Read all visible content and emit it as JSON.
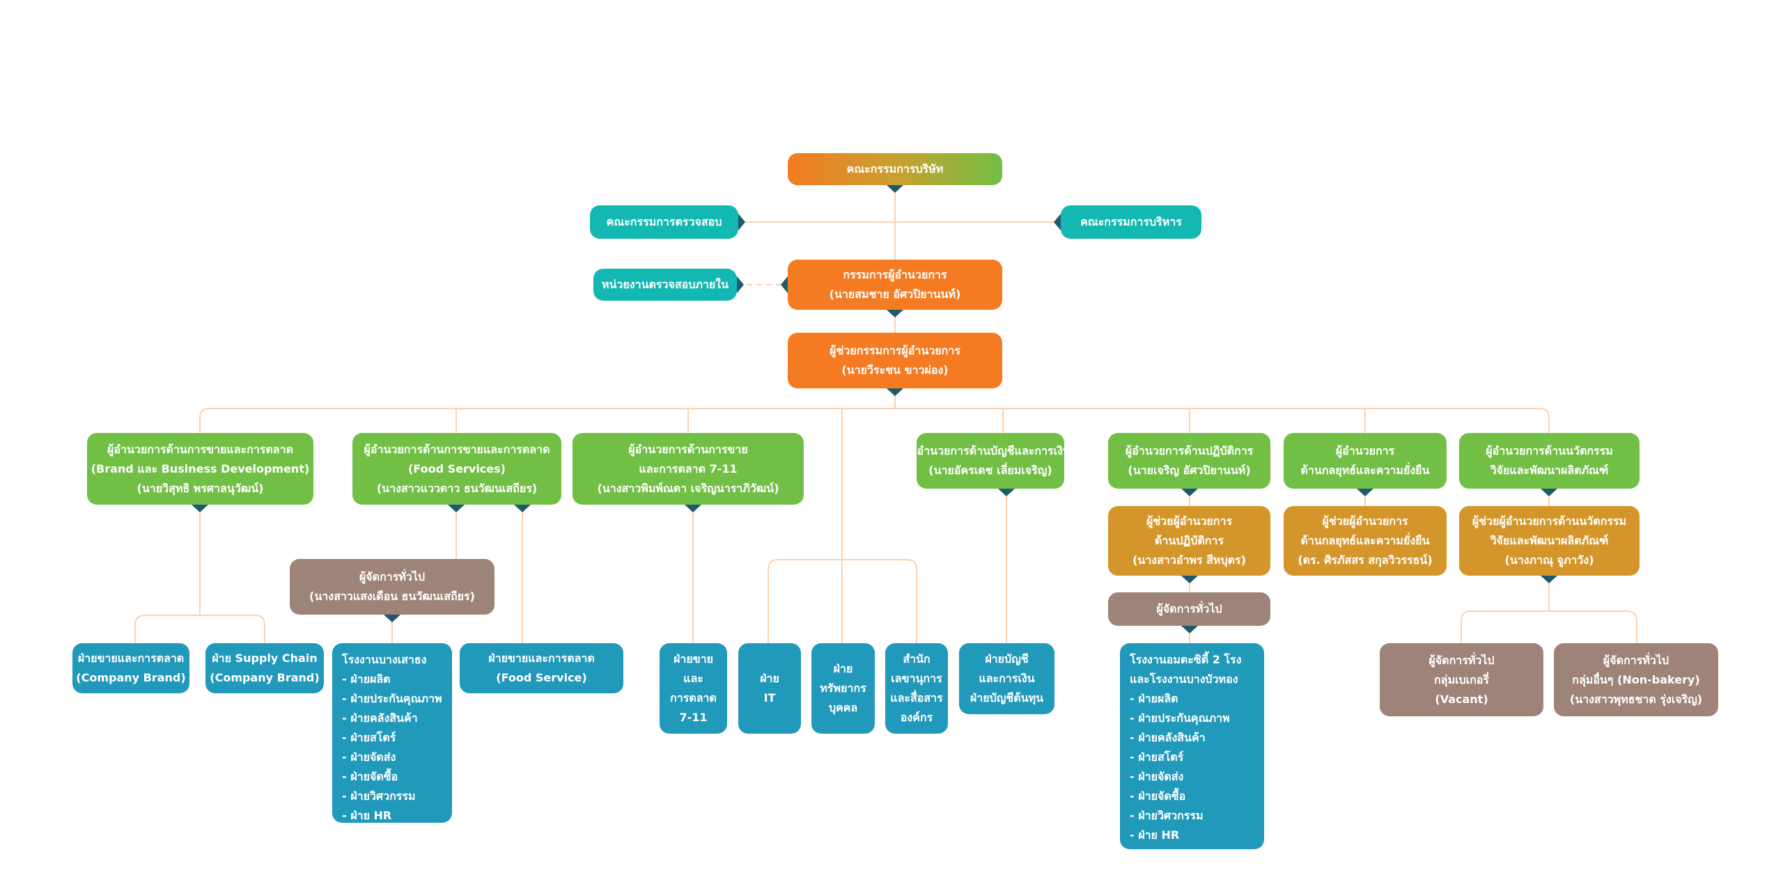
{
  "colors": {
    "connector": "#fcd1ad",
    "arrow": "#1e5a6e",
    "orange": "#f47b22",
    "teal": "#14b8b2",
    "green": "#72bf45",
    "gold": "#d4962b",
    "brown": "#9e8378",
    "blue": "#2199bb"
  },
  "nodes": {
    "board": {
      "lines": [
        "คณะกรรมการบริษัท"
      ]
    },
    "audit_committee": {
      "lines": [
        "คณะกรรมการตรวจสอบ"
      ]
    },
    "executive_committee": {
      "lines": [
        "คณะกรรมการบริหาร"
      ]
    },
    "internal_audit": {
      "lines": [
        "หน่วยงานตรวจสอบภายใน"
      ]
    },
    "managing_director": {
      "lines": [
        "กรรมการผู้อำนวยการ",
        "(นายสมชาย อัศวปิยานนท์)"
      ]
    },
    "assistant_md": {
      "lines": [
        "ผู้ช่วยกรรมการผู้อำนวยการ",
        "(นายวีระชน ขาวผ่อง)"
      ]
    },
    "dir_brand": {
      "lines": [
        "ผู้อำนวยการด้านการขายและการตลาด",
        "(Brand และ Business Development)",
        "(นายวิสุทธิ พรศาลนุวัฒน์)"
      ]
    },
    "dir_food": {
      "lines": [
        "ผู้อำนวยการด้านการขายและการตลาด",
        "(Food Services)",
        "(นางสาวแววดาว ธนวัฒนเสถียร)"
      ]
    },
    "dir_711": {
      "lines": [
        "ผู้อำนวยการด้านการขาย",
        "และการตลาด 7-11",
        "(นางสาวพิมพ์ณดา เจริญนาราภิวัฒน์)"
      ]
    },
    "dir_finance": {
      "lines": [
        "ผู้อำนวยการด้านบัญชีและการเงิน",
        "(นายอัครเดช เลี่ยมเจริญ)"
      ]
    },
    "dir_operations": {
      "lines": [
        "ผู้อำนวยการด้านปฏิบัติการ",
        "(นายเจริญ อัศวปิยานนท์)"
      ]
    },
    "dir_strategy": {
      "lines": [
        "ผู้อำนวยการ",
        "ด้านกลยุทธ์และความยั่งยืน"
      ]
    },
    "dir_innovation": {
      "lines": [
        "ผู้อำนวยการด้านนวัตกรรม",
        "วิจัยและพัฒนาผลิตภัณฑ์"
      ]
    },
    "asst_operations": {
      "lines": [
        "ผู้ช่วยผู้อำนวยการ",
        "ด้านปฏิบัติการ",
        "(นางสาวอำพร สีหบุตร)"
      ]
    },
    "asst_strategy": {
      "lines": [
        "ผู้ช่วยผู้อำนวยการ",
        "ด้านกลยุทธ์และความยั่งยืน",
        "(ดร. ศิรภัสสร สกุลวิวรรธน์)"
      ]
    },
    "asst_innovation": {
      "lines": [
        "ผู้ช่วยผู้อำนวยการด้านนวัตกรรม",
        "วิจัยและพัฒนาผลิตภัณฑ์",
        "(นางภาณุ จูภาวัง)"
      ]
    },
    "gm_food": {
      "lines": [
        "ผู้จัดการทั่วไป",
        "(นางสาวแสงเดือน ธนวัฒนเสถียร)"
      ]
    },
    "gm_operations": {
      "lines": [
        "ผู้จัดการทั่วไป"
      ]
    },
    "gm_bakery": {
      "lines": [
        "ผู้จัดการทั่วไป",
        "กลุ่มเบเกอรี่",
        "(Vacant)"
      ]
    },
    "gm_nonbakery": {
      "lines": [
        "ผู้จัดการทั่วไป",
        "กลุ่มอื่นๆ (Non-bakery)",
        "(นางสาวพุทธชาด รุ่งเจริญ)"
      ]
    },
    "dept_sales_company_brand": {
      "lines": [
        "ฝ่ายขายและการตลาด",
        "(Company Brand)"
      ]
    },
    "dept_supply_chain": {
      "lines": [
        "ฝ่าย Supply Chain",
        "(Company Brand)"
      ]
    },
    "dept_bangsaothong": {
      "lines": [
        "โรงงานบางเสาธง",
        "- ฝ่ายผลิต",
        "- ฝ่ายประกันคุณภาพ",
        "- ฝ่ายคลังสินค้า",
        "- ฝ่ายสโตร์",
        "- ฝ่ายจัดส่ง",
        "- ฝ่ายจัดซื้อ",
        "- ฝ่ายวิศวกรรม",
        "- ฝ่าย HR"
      ]
    },
    "dept_sales_food_service": {
      "lines": [
        "ฝ่ายขายและการตลาด",
        "(Food Service)"
      ]
    },
    "dept_sales_711": {
      "lines": [
        "ฝ่ายขาย",
        "และ",
        "การตลาด",
        "7-11"
      ]
    },
    "dept_it": {
      "lines": [
        "ฝ่าย",
        "IT"
      ]
    },
    "dept_hr": {
      "lines": [
        "ฝ่าย",
        "ทรัพยากร",
        "บุคคล"
      ]
    },
    "dept_secretary": {
      "lines": [
        "สำนัก",
        "เลขานุการ",
        "และสื่อสาร",
        "องค์กร"
      ]
    },
    "dept_accounting": {
      "lines": [
        "ฝ่ายบัญชี",
        "และการเงิน",
        "ฝ่ายบัญชีต้นทุน"
      ]
    },
    "dept_amata": {
      "lines": [
        "โรงงานอมตะซิตี้ 2 โรง",
        "และโรงงานบางบัวทอง",
        "- ฝ่ายผลิต",
        "- ฝ่ายประกันคุณภาพ",
        "- ฝ่ายคลังสินค้า",
        "- ฝ่ายสโตร์",
        "- ฝ่ายจัดส่ง",
        "- ฝ่ายจัดซื้อ",
        "- ฝ่ายวิศวกรรม",
        "- ฝ่าย HR"
      ]
    }
  }
}
